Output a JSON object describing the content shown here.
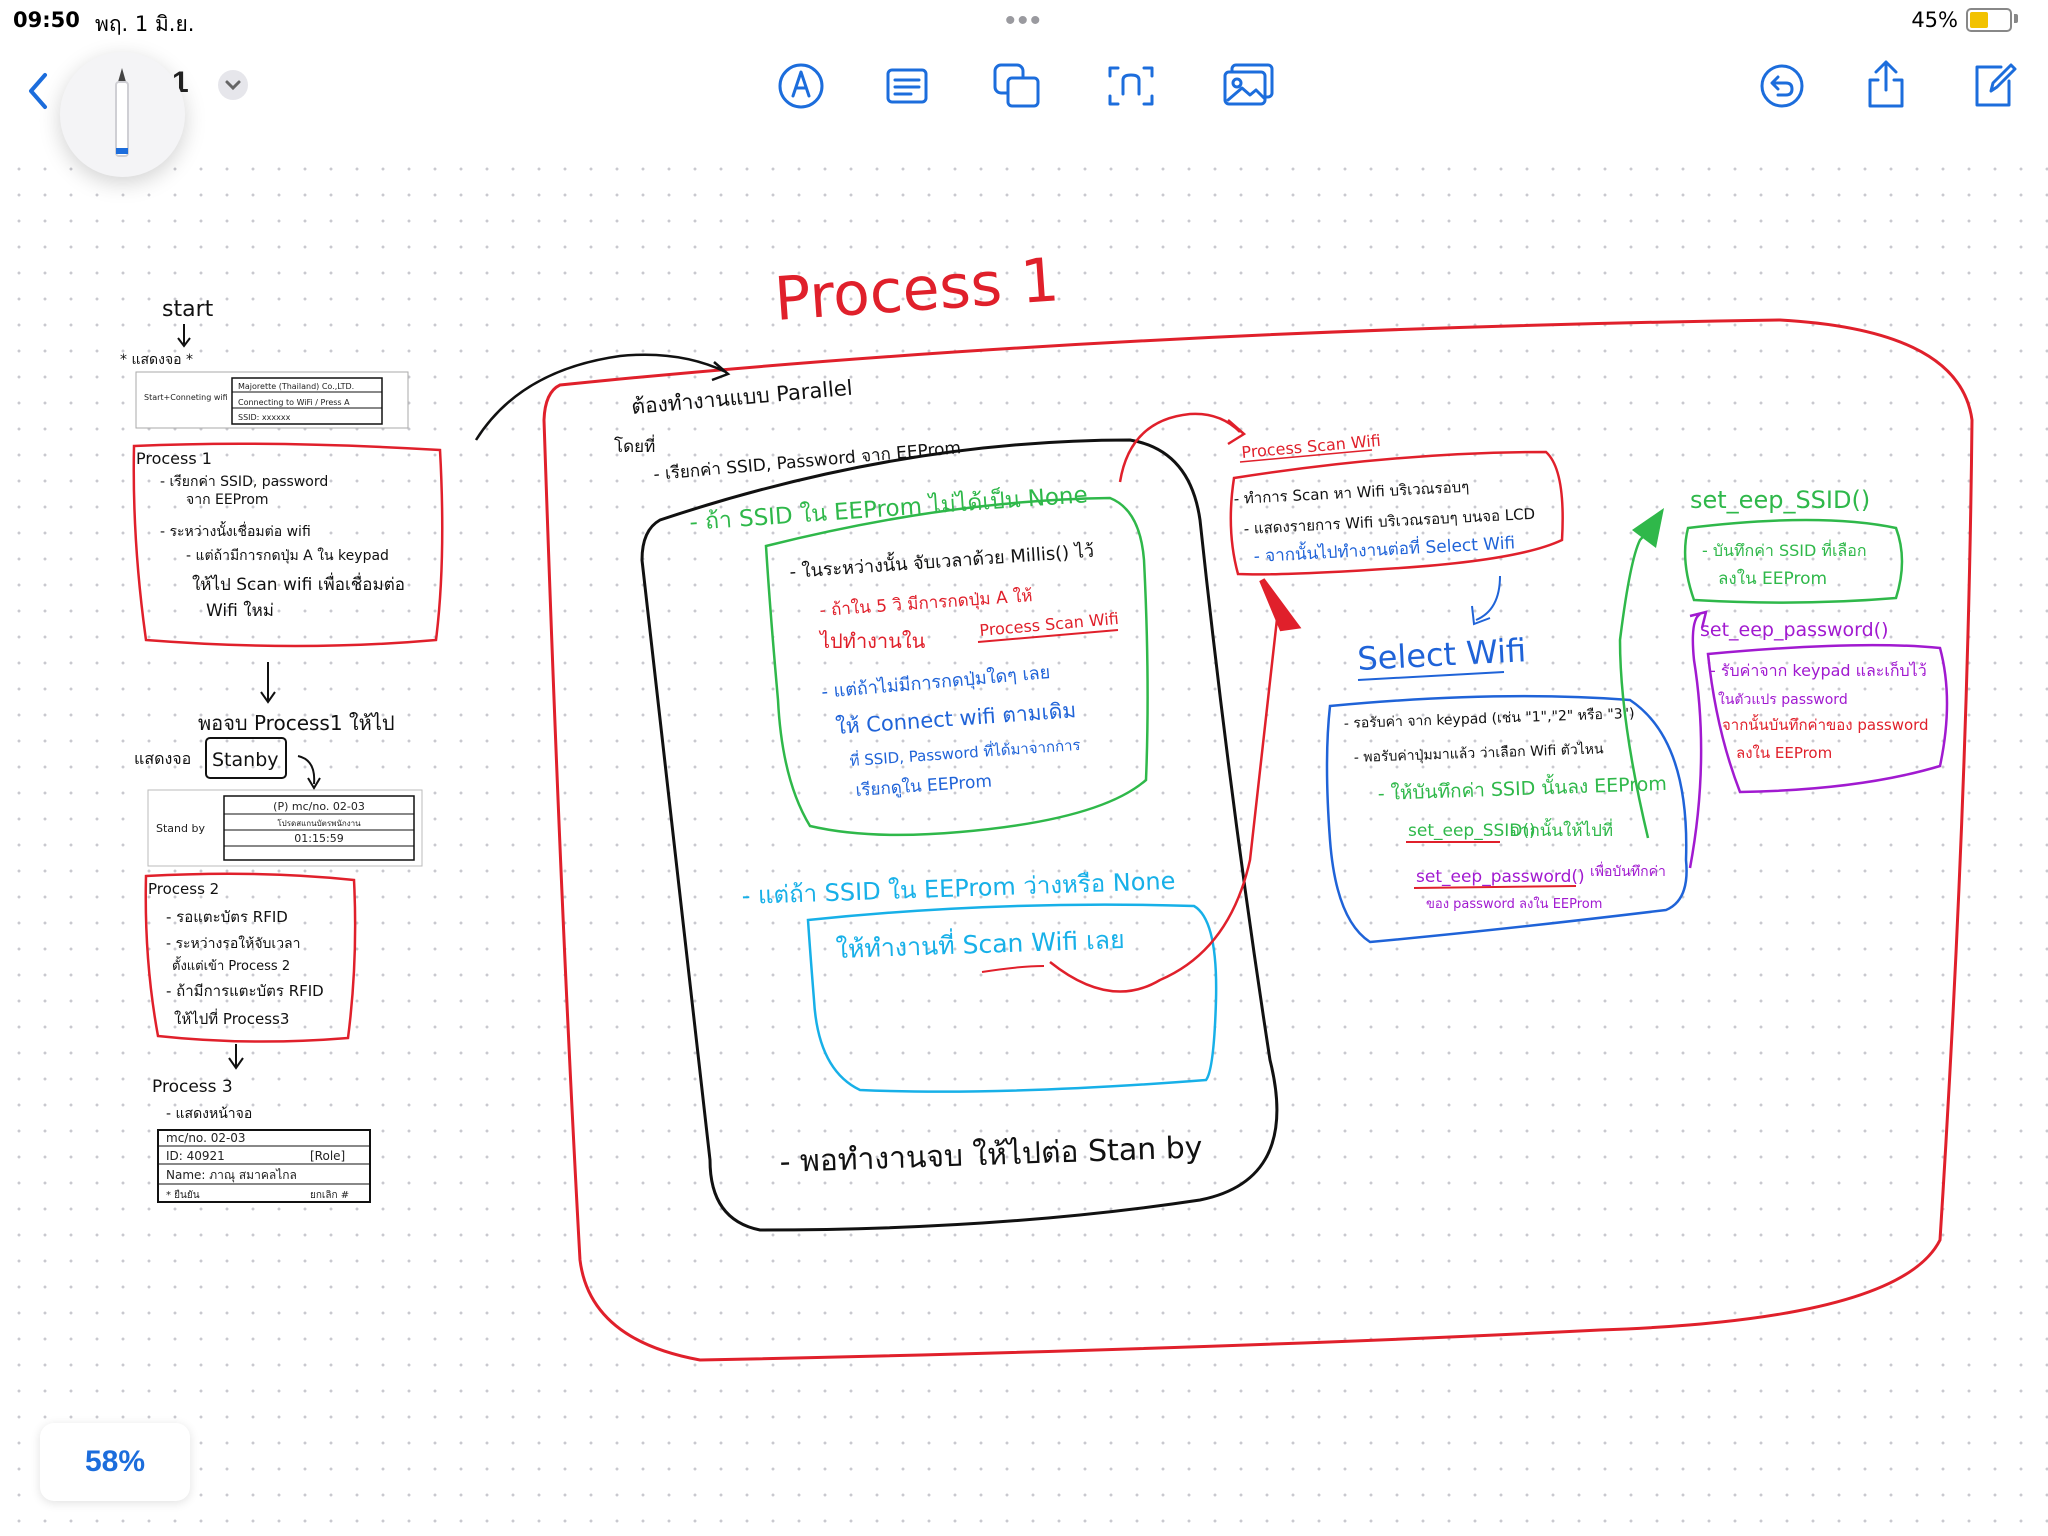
{
  "status": {
    "time": "09:50",
    "date": "พฤ. 1 มิ.ย.",
    "battery": "45%",
    "battery_color": "#f2c200"
  },
  "toolbar": {
    "title": "1",
    "accent": "#1c6ddc",
    "icons": [
      "back-icon",
      "chevron-down-icon",
      "pen-tool-icon",
      "text-box-icon",
      "shapes-icon",
      "text-frame-icon",
      "photo-icon",
      "undo-icon",
      "share-icon",
      "compose-icon"
    ],
    "zoom": "58%"
  },
  "colors": {
    "red": "#e0202b",
    "green": "#2fb84a",
    "blue": "#1f63d8",
    "cyan": "#17b0e8",
    "purple": "#a11ad0",
    "black": "#111111"
  },
  "notes": {
    "start": "start",
    "show_screen": "* แสดงจอ *",
    "screen1": {
      "left": "Start+Conneting wifi",
      "row1": "Majorette (Thailand) Co.,LTD.",
      "row2": "Connecting to WiFi / Press A",
      "row3": "SSID: xxxxxx"
    },
    "p1_title": "Process 1",
    "p1_lines": [
      "- เรียกค่า SSID, password",
      "จาก EEProm",
      "- ระหว่างนั้งเชื่อมต่อ wifi",
      "- แต่ถ้ามีการกดปุ่ม A ใน keypad",
      "ให้ไป Scan wifi เพื่อเชื่อมต่อ",
      "Wifi ใหม่"
    ],
    "after_p1": "พอจบ Process1 ให้ไป",
    "standby_label": "แสดงจอ",
    "standby_box": "Stanby",
    "screen2": {
      "left": "Stand by",
      "row1": "(P) mc/no. 02-03",
      "row2": "โปรดสแกนบัตรพนักงาน",
      "row3": "01:15:59"
    },
    "p2_title": "Process 2",
    "p2_lines": [
      "- รอแตะบัตร RFID",
      "- ระหว่างรอให้จับเวลา",
      "ตั้งแต่เข้า Process 2",
      "- ถ้ามีการแตะบัตร RFID",
      "ให้ไปที่ Process3"
    ],
    "p3_title": "Process 3",
    "p3_line": "- แสดงหน้าจอ",
    "screen3": {
      "row1": "mc/no. 02-03",
      "row2a": "ID: 40921",
      "row2b": "[Role]",
      "row3": "Name: ภาณุ สมาคลไกล",
      "row4a": "* ยืนยัน",
      "row4b": "ยกเลิก #"
    },
    "main_title": "Process 1",
    "parallel": "ต้องทำงานแบบ Parallel",
    "by": "โดยที่",
    "load": "- เรียกค่า SSID, Password จาก EEProm",
    "green_head": "- ถ้า SSID ใน EEProm ไม่ได้เป็น None",
    "green_lines": [
      "- ในระหว่างนั้น จับเวลาด้วย Millis() ไว้",
      "- ถ้าใน 5 วิ มีการกดปุ่ม A ให้",
      "ไปทำงานใน",
      "Process Scan Wifi",
      "- แต่ถ้าไม่มีการกดปุ่มใดๆ เลย",
      "ให้ Connect wifi ตามเดิม",
      "ที่ SSID, Password ที่ได้มาจากการ",
      "เรียกดูใน EEProm"
    ],
    "cyan_head": "- แต่ถ้า SSID ใน EEProm ว่างหรือ None",
    "cyan_line": "ให้ทำงานที่ Scan Wifi เลย",
    "end_line": "- พอทำงานจบ ให้ไปต่อ Stan by",
    "scan_title": "Process Scan Wifi",
    "scan_lines": [
      "- ทำการ Scan หา Wifi บริเวณรอบๆ",
      "- แสดงรายการ Wifi บริเวณรอบๆ บนจอ LCD",
      "- จากนั้นไปทำงานต่อที่ Select Wifi"
    ],
    "select_title": "Select Wifi",
    "select_lines": [
      "- รอรับค่า จาก keypad (เช่น \"1\",\"2\" หรือ \"3\")",
      "- พอรับค่าปุ่มมาแล้ว ว่าเลือก Wifi ตัวไหน",
      "- ให้บันทึกค่า SSID นั้นลง EEProm",
      "set_eep_SSID()",
      "จากนั้นให้ไปที่",
      "set_eep_password()",
      "เพื่อบันทึกค่า",
      "ของ password ลงใน EEProm"
    ],
    "ssid_title": "set_eep_SSID()",
    "ssid_lines": [
      "- บันทึกค่า SSID ที่เลือก",
      "ลงใน EEProm"
    ],
    "pw_title": "set_eep_password()",
    "pw_lines": [
      "- รับค่าจาก keypad และเก็บไว้",
      "ในตัวแปร password",
      "จากนั้นบันทึกค่าของ password",
      "ลงใน EEProm"
    ]
  }
}
